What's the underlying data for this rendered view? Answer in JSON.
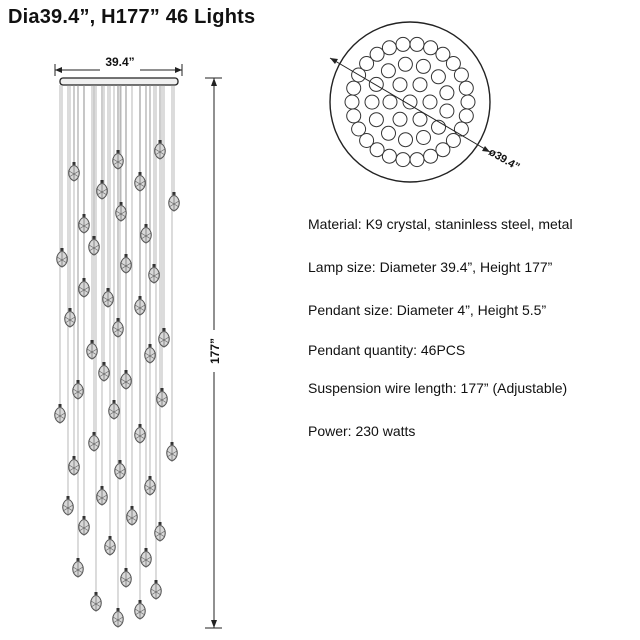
{
  "title": "Dia39.4”, H177”  46 Lights",
  "dimensions": {
    "width_label": "39.4”",
    "height_label": "177”",
    "diameter_label": "ø39.4”"
  },
  "counts": {
    "pendants": 46,
    "top_view_circles": 46
  },
  "specs": [
    {
      "label": "Material: ",
      "value": "K9 crystal, staninless steel, metal"
    },
    {
      "label": "Lamp size: ",
      "value": "Diameter 39.4”, Height 177”"
    },
    {
      "label": "Pendant size: ",
      "value": "Diameter 4”, Height 5.5”"
    },
    {
      "label": "Pendant quantity: ",
      "value": "46PCS"
    },
    {
      "label": "Suspension wire length: ",
      "value": "177” (Adjustable)"
    },
    {
      "label": "Power: ",
      "value": "230 watts"
    }
  ],
  "colors": {
    "line": "#222222",
    "wire": "#888888",
    "crystal": "#555555"
  }
}
